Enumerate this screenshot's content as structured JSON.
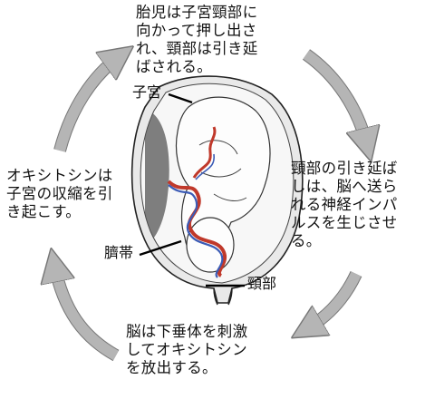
{
  "captions": {
    "top": "胎児は子宮頸部に\n向かって押し出さ\nれ、頸部は引き延\nばされる。",
    "right": "頸部の引き延ば\nしは、脳へ送ら\nれる神経インパ\nルスを生じさせ\nる。",
    "bottom": "脳は下垂体を刺激\nしてオキシトシン\nを放出する。",
    "left": "オキシトシンは\n子宮の収縮を引\nき起こす。"
  },
  "labels": {
    "uterus": "子宮",
    "umbilical_cord": "臍帯",
    "cervix": "頸部"
  },
  "colors": {
    "cycle_arrow": "#b5b5b5",
    "cord_red": "#c0392b",
    "cord_blue": "#3b5bb5"
  }
}
